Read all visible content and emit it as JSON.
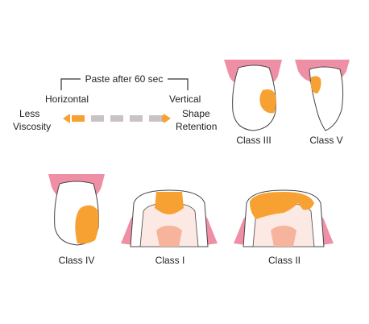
{
  "legend": {
    "paste_label": "Paste after 60 sec",
    "left_top": "Horizontal",
    "right_top": "Vertical",
    "left_bottom_1": "Less",
    "left_bottom_2": "Viscosity",
    "right_bottom_1": "Shape",
    "right_bottom_2": "Retention"
  },
  "classes": {
    "class_iii": "Class III",
    "class_v": "Class V",
    "class_iv": "Class IV",
    "class_i": "Class I",
    "class_ii": "Class II"
  },
  "colors": {
    "gum": "#ef8fa6",
    "filling": "#f6a132",
    "tooth": "#ffffff",
    "pulp": "#f6b49d",
    "dash_gray": "#c9c3c3",
    "outline": "#444444"
  }
}
